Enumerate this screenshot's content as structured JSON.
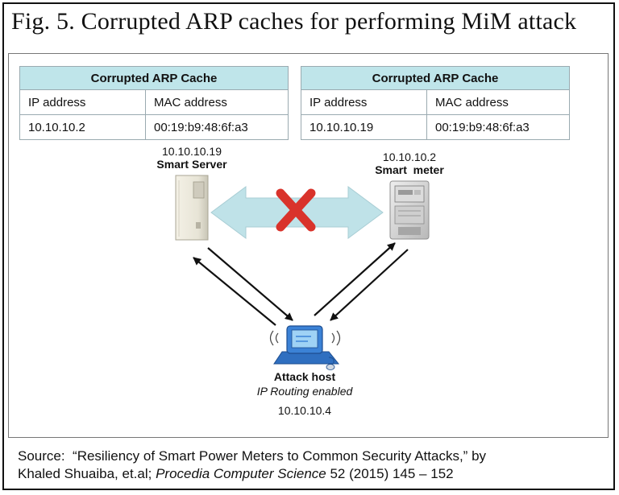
{
  "title": "Fig. 5. Corrupted ARP caches for performing MiM attack",
  "left_cache": {
    "header": "Corrupted ARP Cache",
    "col1": "IP address",
    "col2": "MAC address",
    "ip": "10.10.10.2",
    "mac": "00:19:b9:48:6f:a3"
  },
  "right_cache": {
    "header": "Corrupted ARP Cache",
    "col1": "IP address",
    "col2": "MAC address",
    "ip": "10.10.10.19",
    "mac": "00:19:b9:48:6f:a3"
  },
  "server": {
    "ip": "10.10.10.19",
    "name": "Smart Server"
  },
  "meter": {
    "ip": "10.10.10.2",
    "name": "Smart  meter"
  },
  "attacker": {
    "name": "Attack host",
    "note": "IP Routing enabled",
    "ip": "10.10.10.4"
  },
  "source": {
    "line1": "Source:  “Resiliency of Smart Power Meters to Common Security Attacks,” by",
    "line2_a": "Khaled Shuaiba, et.al; ",
    "line2_journal": "Procedia Computer Science",
    "line2_b": " 52 (2015) 145 – 152"
  },
  "colors": {
    "header_fill": "#bfe5ea",
    "arrow_fill": "#bfe2e8",
    "cross": "#d9332b",
    "border": "#9aaab0"
  }
}
